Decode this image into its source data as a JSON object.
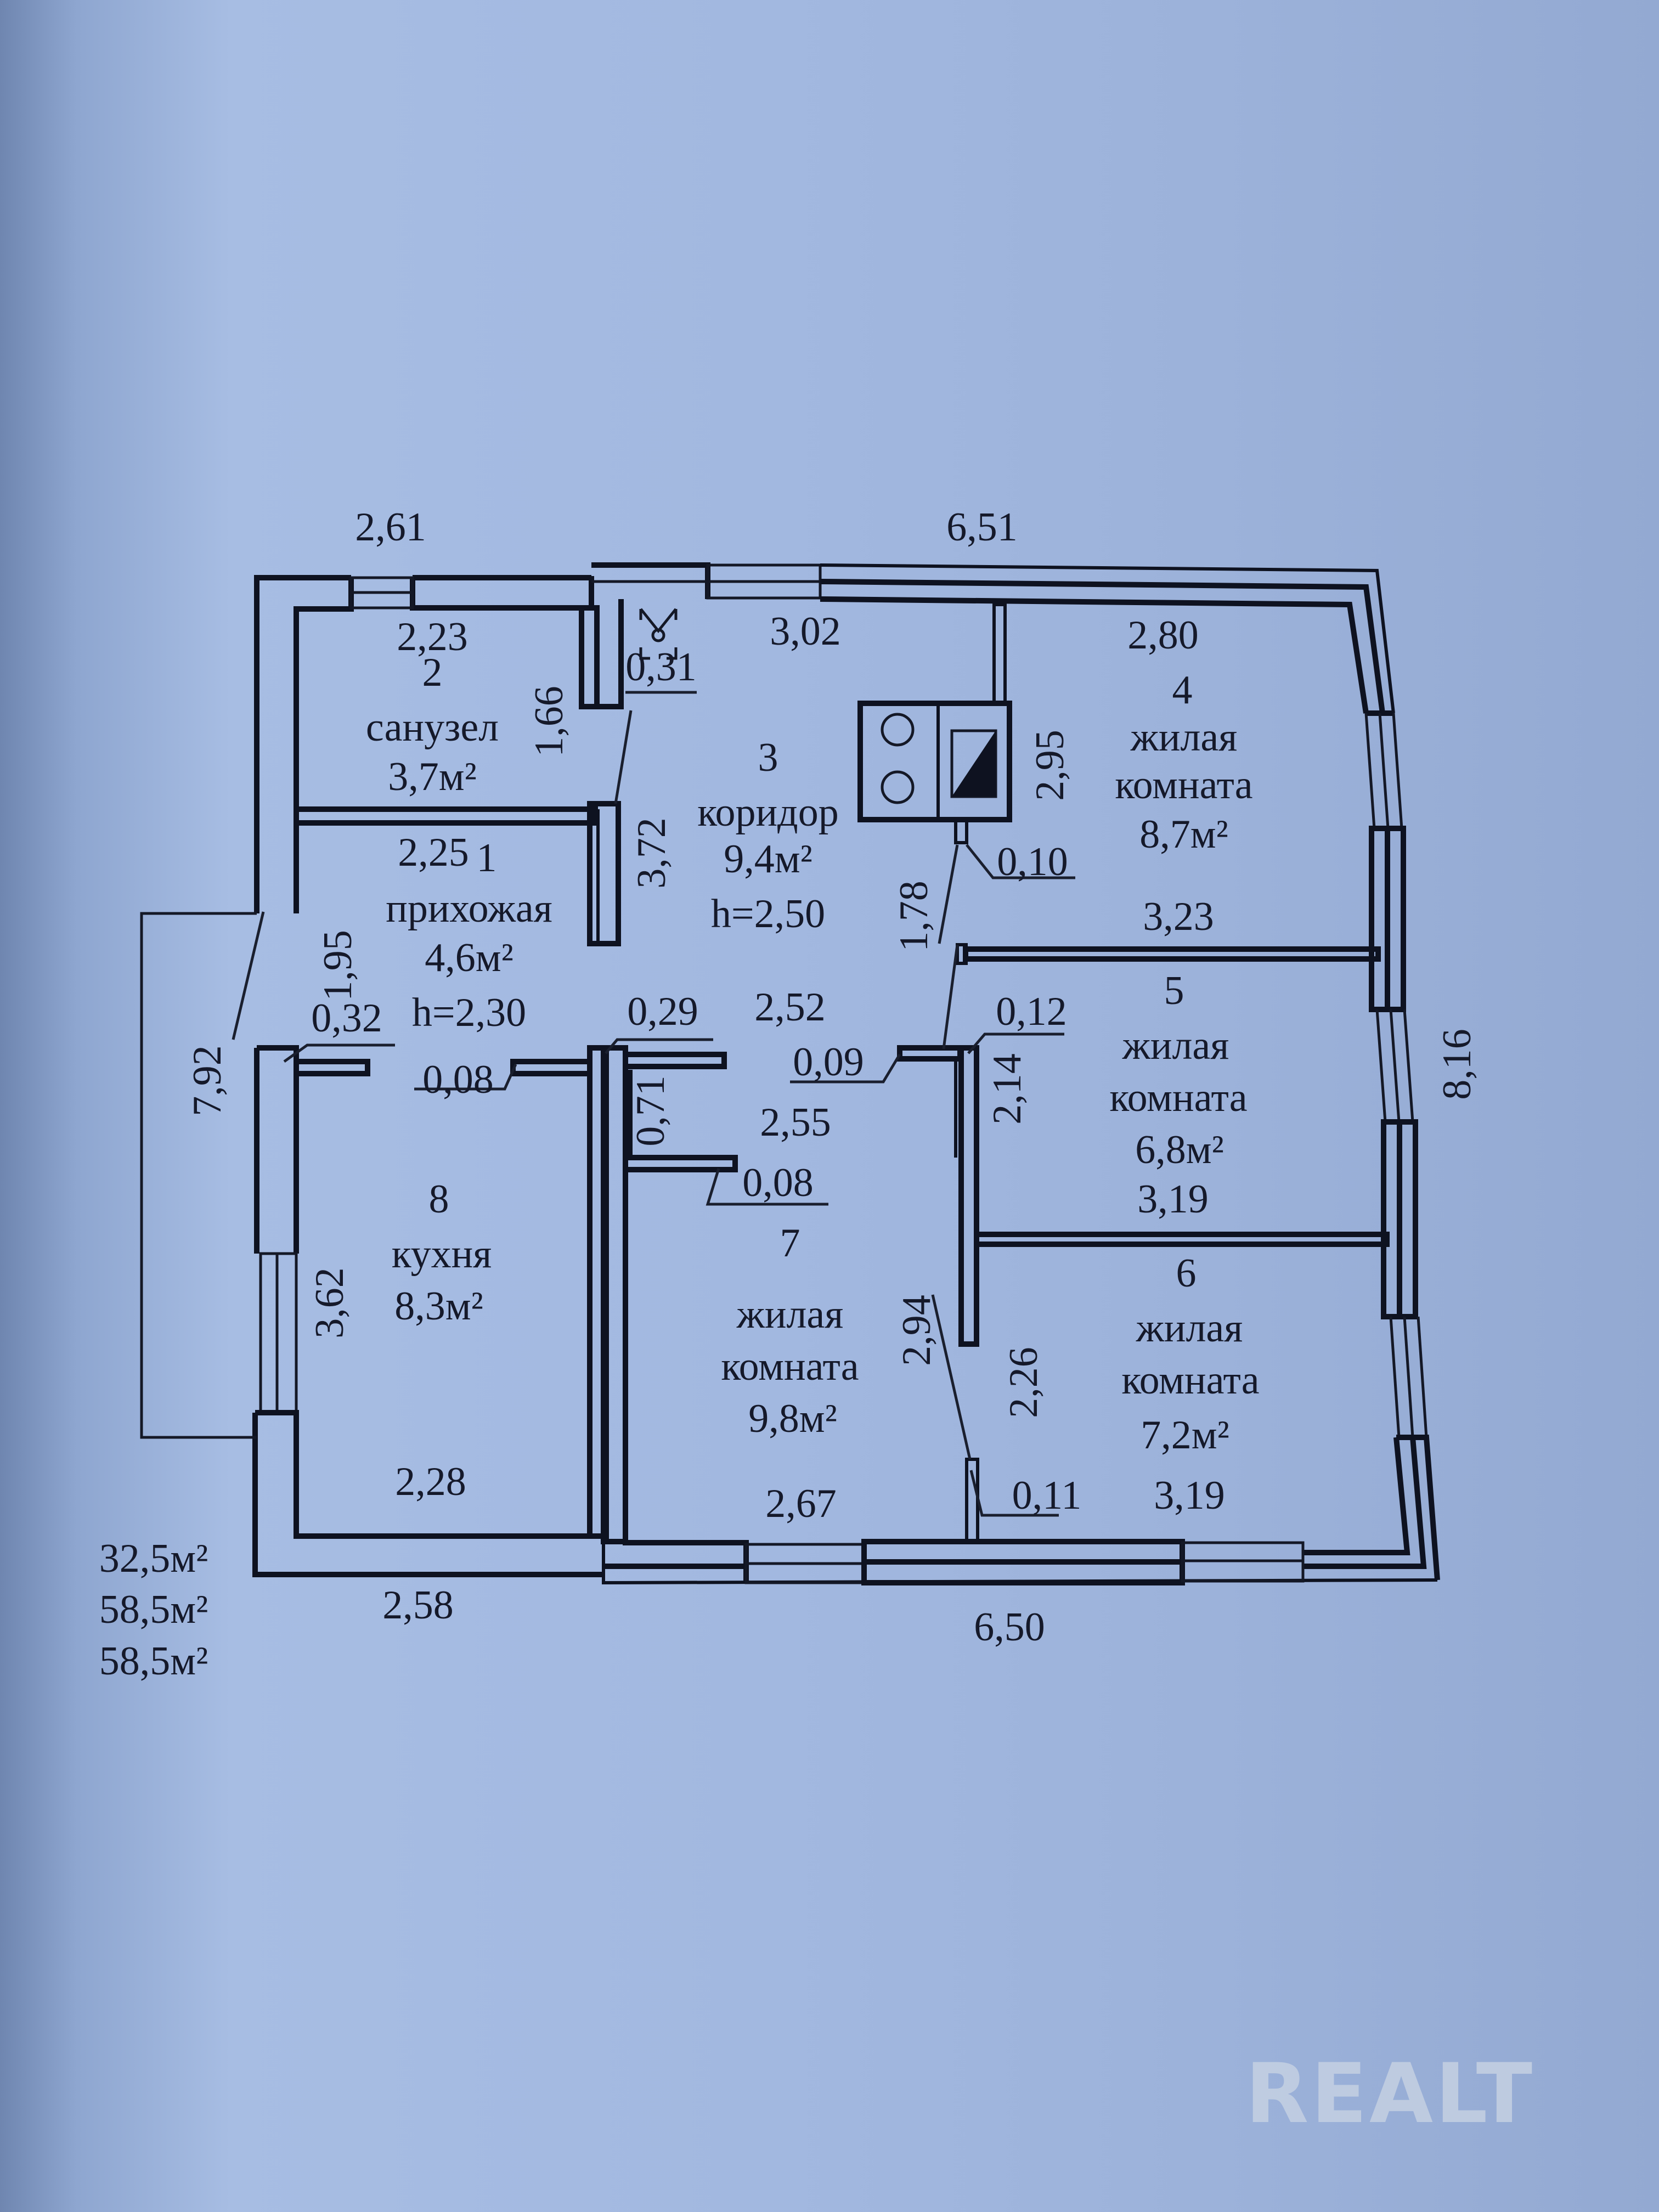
{
  "plan": {
    "outer_dimensions": {
      "top_left": "2,61",
      "top_right": "6,51",
      "bottom_left": "2,58",
      "bottom_right": "6,50",
      "right": "8,16",
      "left": "7,92"
    },
    "rooms": [
      {
        "number": "1",
        "name": "прихожая",
        "area": "4,6м²",
        "height": "h=2,30",
        "width_dim": "2,25"
      },
      {
        "number": "2",
        "name": "санузел",
        "area": "3,7м²",
        "width_dim": "2,23",
        "depth_dim": "1,66"
      },
      {
        "number": "3",
        "name": "коридор",
        "area": "9,4м²",
        "height": "h=2,50",
        "width_dim": "3,02",
        "depth_dim": "3,72"
      },
      {
        "number": "4",
        "name_line1": "жилая",
        "name_line2": "комната",
        "area": "8,7м²",
        "width_dim": "2,80",
        "depth_dim": "2,95"
      },
      {
        "number": "5",
        "name_line1": "жилая",
        "name_line2": "комната",
        "area": "6,8м²",
        "width_dim": "3,23",
        "bottom_dim": "3,19",
        "depth_dim": "2,14"
      },
      {
        "number": "6",
        "name_line1": "жилая",
        "name_line2": "комната",
        "area": "7,2м²",
        "width_dim": "3,19",
        "depth_dim": "2,26"
      },
      {
        "number": "7",
        "name_line1": "жилая",
        "name_line2": "комната",
        "area": "9,8м²",
        "width_dim": "2,67",
        "depth_dim": "2,94",
        "top_dim": "2,55",
        "corridor_dim": "2,52"
      },
      {
        "number": "8",
        "name": "кухня",
        "area": "8,3м²",
        "width_dim": "2,28",
        "depth_dim": "3,62"
      }
    ],
    "small_dimensions": {
      "niche": "0,31",
      "hall_left": "1,95",
      "hall_door_left": "0,32",
      "hall_door_right": "0,08",
      "partition_top": "0,29",
      "partition_side": "0,71",
      "partition_bottom": "0,08",
      "corr_door": "0,09",
      "room5_door": "0,12",
      "stove_post": "0,10",
      "stove_len": "1,78",
      "room6_post": "0,11"
    },
    "totals": [
      "32,5м²",
      "58,5м²",
      "58,5м²"
    ]
  },
  "watermark": "REALT",
  "colors": {
    "paper": "#a2b8e0",
    "ink": "#0e1220"
  }
}
